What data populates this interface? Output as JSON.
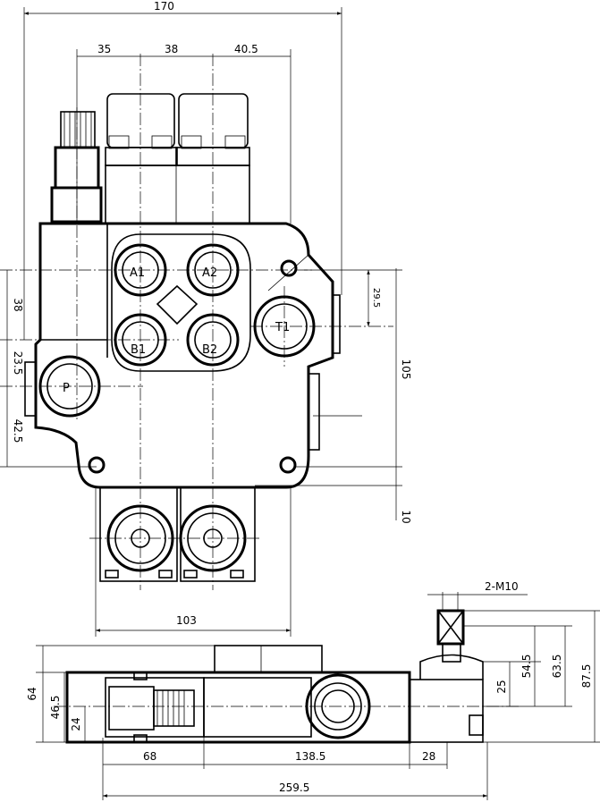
{
  "drawing": {
    "top_view": {
      "dims": {
        "overall_width": "170",
        "spacing_1": "35",
        "spacing_2": "38",
        "spacing_3": "40.5",
        "port_offset_right": "29.5",
        "height_right": "105",
        "bottom_offset": "10",
        "left_1": "38",
        "left_2": "23.5",
        "left_3": "42.5",
        "spool_width": "103"
      },
      "ports": {
        "a1": "A1",
        "a2": "A2",
        "b1": "B1",
        "b2": "B2",
        "p": "P",
        "t1": "T1"
      }
    },
    "side_view": {
      "dims": {
        "thread": "2-M10",
        "height_total": "64",
        "height_2": "46.5",
        "height_3": "24",
        "len_1": "68",
        "len_2": "138.5",
        "len_3": "28",
        "overall_length": "259.5",
        "lever_1": "87.5",
        "lever_2": "63.5",
        "lever_3": "54.5",
        "lever_4": "25"
      }
    }
  }
}
